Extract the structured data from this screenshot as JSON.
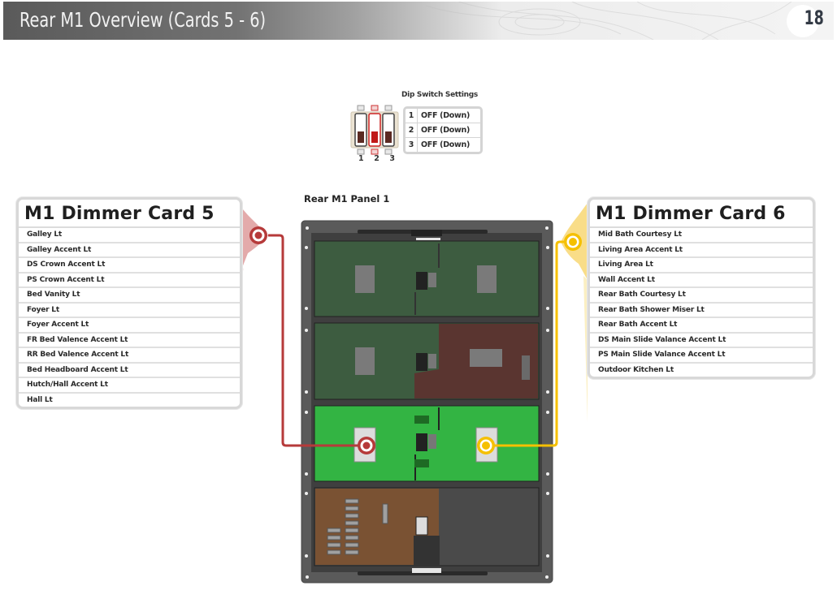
{
  "header": {
    "title": "Rear M1 Overview (Cards 5 - 6)",
    "page_number": "18"
  },
  "dip_switch": {
    "title": "Dip Switch Settings",
    "switch_labels": [
      "1",
      "2",
      "3"
    ],
    "settings": [
      {
        "num": "1",
        "value": "OFF (Down)"
      },
      {
        "num": "2",
        "value": "OFF (Down)"
      },
      {
        "num": "3",
        "value": "OFF (Down)"
      }
    ],
    "highlighted_switch": "2"
  },
  "panel": {
    "label": "Rear M1 Panel 1"
  },
  "cards": [
    {
      "title": "M1 Dimmer Card 5",
      "color": "#b63a3a",
      "items": [
        "Galley Lt",
        "Galley Accent Lt",
        "DS Crown Accent Lt",
        "PS Crown Accent Lt",
        "Bed Vanity Lt",
        "Foyer Lt",
        "Foyer Accent Lt",
        "FR Bed Valence Accent Lt",
        "RR Bed Valence Accent Lt",
        "Bed Headboard Accent Lt",
        "Hutch/Hall Accent Lt",
        "Hall Lt"
      ]
    },
    {
      "title": "M1 Dimmer Card 6",
      "color": "#f5c000",
      "items": [
        "Mid Bath Courtesy Lt",
        "Living Area Accent Lt",
        "Living Area Lt",
        "Wall Accent Lt",
        "Rear Bath Courtesy Lt",
        "Rear Bath Shower Miser Lt",
        "Rear Bath Accent Lt",
        "DS Main Slide Valance Accent Lt",
        "PS Main Slide Valance Accent Lt",
        "Outdoor Kitchen Lt"
      ]
    }
  ],
  "colors": {
    "card5_accent": "#b63a3a",
    "card6_accent": "#f5c000",
    "board_dark_green": "#3d5c40",
    "board_bright_green": "#33b443",
    "board_maroon": "#5a3530",
    "board_brown": "#7a5233",
    "chassis": "#555555"
  }
}
